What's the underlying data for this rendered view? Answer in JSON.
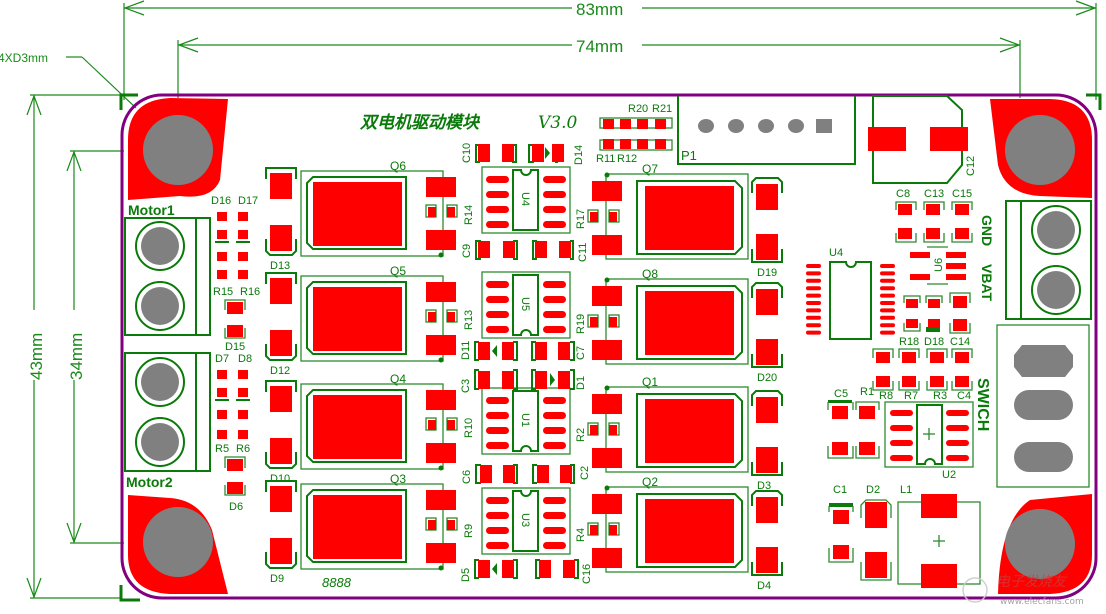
{
  "board": {
    "title": "双电机驱动模块",
    "version": "V3.0",
    "colors": {
      "outline": "#800080",
      "silkscreen": "#0a7a0a",
      "copper_pad": "#ff0000",
      "drill_hole": "#808080",
      "dimension": "#1a8a1a"
    }
  },
  "dimensions": {
    "overall_width": "83mm",
    "hole_spacing_x": "74mm",
    "overall_height": "43mm",
    "hole_spacing_y": "34mm",
    "mount_holes": "4XD3mm"
  },
  "connectors": {
    "motor1": "Motor1",
    "motor2": "Motor2",
    "power_gnd": "GND",
    "power_vbat": "VBAT",
    "switch": "SWICH",
    "p1": "P1"
  },
  "designators": {
    "mosfets_left": [
      "Q6",
      "Q5",
      "Q4",
      "Q3"
    ],
    "mosfets_right": [
      "Q7",
      "Q8",
      "Q1",
      "Q2"
    ],
    "drivers": [
      "U4",
      "U5",
      "U1",
      "U3"
    ],
    "diodes_left": [
      "D13",
      "D12",
      "D10",
      "D9"
    ],
    "diodes_right": [
      "D19",
      "D20",
      "D3",
      "D4"
    ],
    "gate_res_left": [
      "R14",
      "R13",
      "R10",
      "R9"
    ],
    "gate_res_right": [
      "R17",
      "R19",
      "R2",
      "R4"
    ],
    "top_caps": [
      "C10",
      "C9",
      "C11"
    ],
    "d14": "D14",
    "mid_upper": [
      "D11",
      "C7"
    ],
    "mid_lower": [
      "C3",
      "D1"
    ],
    "bottom_mid": [
      "C6",
      "C2"
    ],
    "bottom_row": [
      "D5",
      "C16"
    ],
    "header_res_top": [
      "R20",
      "R21"
    ],
    "header_res_bottom": [
      "R11",
      "R12"
    ],
    "left_top_diodes": [
      "D16",
      "D17"
    ],
    "left_top_res": [
      "R15",
      "R16"
    ],
    "d15": "D15",
    "left_bottom_diodes": [
      "D7",
      "D8"
    ],
    "left_bottom_res": [
      "R5",
      "R6"
    ],
    "d6": "D6",
    "u4": "U4",
    "u6": "U6",
    "c12": "C12",
    "right_caps": [
      "C8",
      "C13",
      "C15"
    ],
    "right_row": [
      "R18",
      "D18",
      "C14"
    ],
    "reg_row": [
      "R8",
      "R7",
      "R3",
      "C4"
    ],
    "c5": "C5",
    "r1": "R1",
    "u2": "U2",
    "c1": "C1",
    "d2": "D2",
    "l1": "L1",
    "placeholder_num": "8888"
  },
  "watermark": {
    "text": "电子发烧友",
    "url": "www.elecfans.com"
  }
}
